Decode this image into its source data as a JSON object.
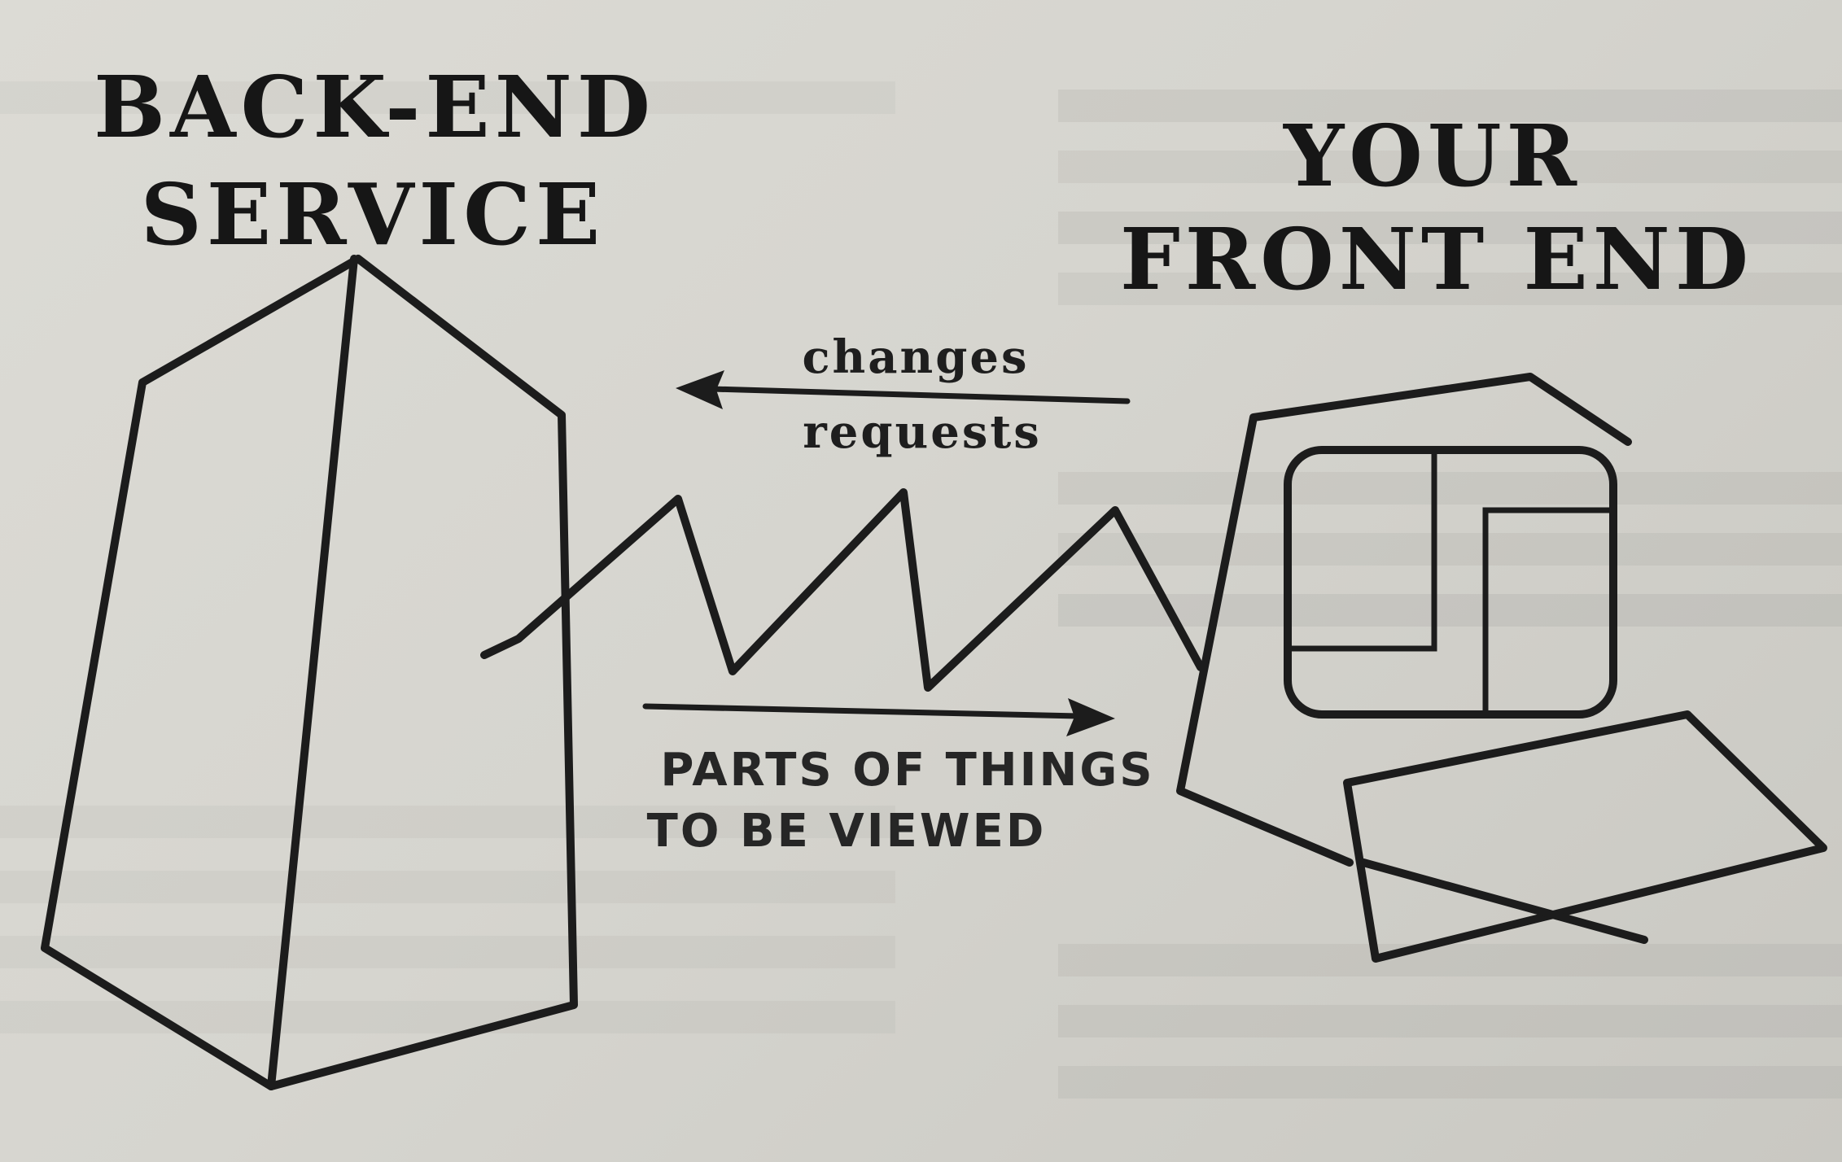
{
  "backend": {
    "title_line1": "BACK-END",
    "title_line2": "SERVICE"
  },
  "frontend": {
    "title_line1": "YOUR",
    "title_line2": "FRONT END"
  },
  "arrow_left": {
    "label_top": "changes",
    "label_bottom": "requests"
  },
  "arrow_right": {
    "label_line1": "PARTS OF THINGS",
    "label_line2": "TO BE VIEWED"
  },
  "colors": {
    "paper": "#d9d8d2",
    "ink": "#1c1c1c"
  }
}
